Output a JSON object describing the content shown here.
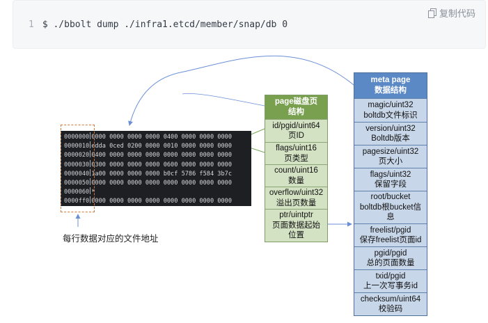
{
  "code": {
    "line_number": "1",
    "command": "$ ./bbolt dump ./infra1.etcd/member/snap/db 0",
    "copy_label": "复制代码",
    "copy_icon": "copy-icon"
  },
  "hex_dump": {
    "rows": [
      {
        "addr": "0000000",
        "data": "0000 0000 0000 0000 0400 0000 0000 0000"
      },
      {
        "addr": "0000010",
        "data": "edda 0ced 0200 0000 0010 0000 0000 0000"
      },
      {
        "addr": "0000020",
        "data": "0400 0000 0000 0000 0000 0000 0000 0000"
      },
      {
        "addr": "0000030",
        "data": "0300 0000 0000 0000 0600 0000 0000 0000"
      },
      {
        "addr": "0000040",
        "data": "1a00 0000 0000 0000 b0cf 5786 f584 3b7c"
      },
      {
        "addr": "0000050",
        "data": "0000 0000 0000 0000 0000 0000 0000 0000"
      },
      {
        "addr": "0000060",
        "data": "*"
      },
      {
        "addr": "0000ff0",
        "data": "0000 0000 0000 0000 0000 0000 0000 0000"
      }
    ],
    "address_caption": "每行数据对应的文件地址"
  },
  "page_header": {
    "title": "page磁盘页\n结构",
    "fields": [
      "id/pgid/uint64\n页ID",
      "flags/uint16\n页类型",
      "count/uint16\n数量",
      "overflow/uint32\n溢出页数量",
      "ptr/uintptr\n页面数据起始\n位置"
    ]
  },
  "meta_page": {
    "title": "meta page\n数据结构",
    "fields": [
      "magic/uint32\nboltdb文件标识",
      "version/uint32\nBoltdb版本",
      "pagesize/uint32\n页大小",
      "flags/uint32\n保留字段",
      "root/bucket\nboltdb根bucket信\n息",
      "freelist/pgid\n保存freelist页面id",
      "pgid/pgid\n总的页面数量",
      "txid/pgid\n上一次写事务id",
      "checksum/uint64\n校验码"
    ]
  },
  "colors": {
    "page_header_accent": "#79a04f",
    "meta_accent": "#5b89c6",
    "arrow": "#6b8fd6",
    "connector": "#7aa85a",
    "address_box": "#d07a3a"
  }
}
